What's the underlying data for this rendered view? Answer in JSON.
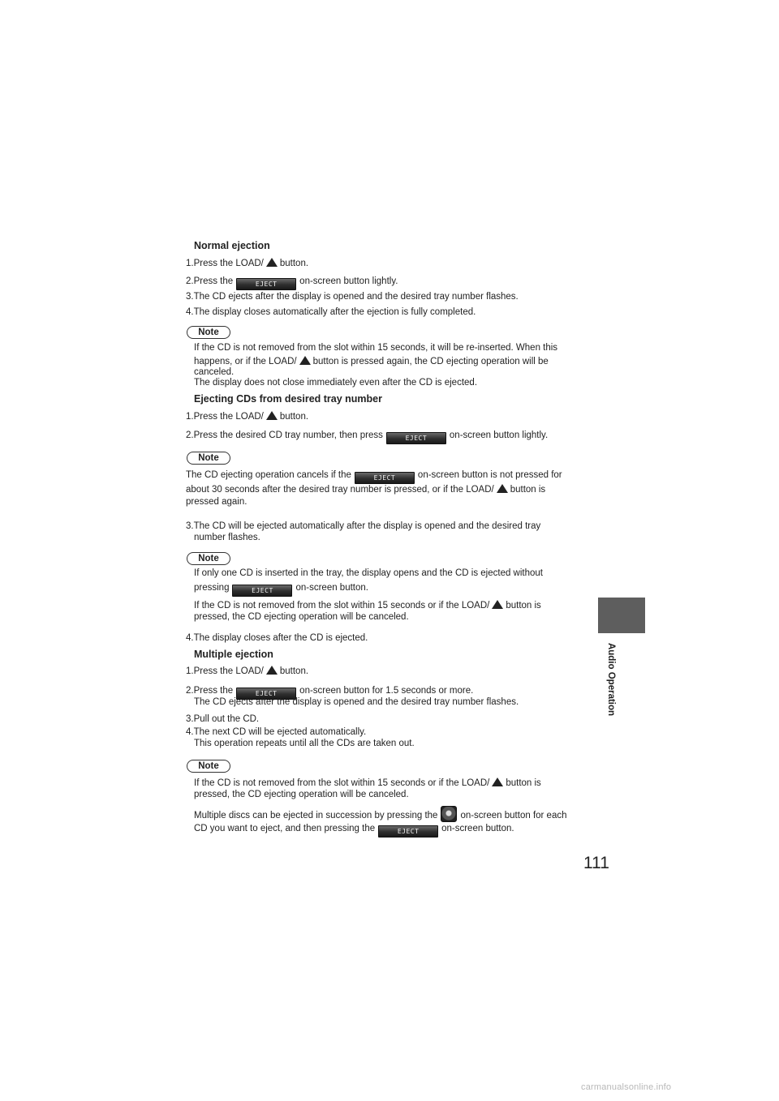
{
  "page_number": "111",
  "side_tab": "Audio Operation",
  "eject_button_label": "EJECT",
  "watermark": "carmanualsonline.info",
  "normal": {
    "heading": "Normal ejection",
    "s1a": "1.Press the LOAD/",
    "s1b": "button.",
    "s2a": "2.Press the",
    "s2b": "on-screen button lightly.",
    "s3": "3.The CD ejects after the display is opened and the desired tray number flashes.",
    "s4": "4.The display closes automatically after the ejection is fully completed.",
    "note_label": "Note",
    "n1": "If the CD is not removed from the slot within 15 seconds, it will be re-inserted. When this",
    "n2a": "happens, or if the LOAD/",
    "n2b": "button is pressed again, the CD ejecting operation will be",
    "n3": "canceled.",
    "n4": "The display does not close immediately even after the CD is ejected."
  },
  "desired": {
    "heading": "Ejecting CDs from desired tray number",
    "s1a": "1.Press the LOAD/",
    "s1b": "button.",
    "s2a": "2.Press the desired CD tray number, then press",
    "s2b": "on-screen button lightly.",
    "note1_label": "Note",
    "n1a": "The CD ejecting operation cancels if the",
    "n1b": "on-screen button is not pressed for",
    "n2a": "about 30 seconds after the desired tray number is pressed, or if the LOAD/",
    "n2b": "button is",
    "n3": "pressed again.",
    "s3a": "3.The CD will be ejected automatically after the display is opened and the desired tray",
    "s3b": "number flashes.",
    "note2_label": "Note",
    "m1": "If only one CD is inserted in the tray, the display opens and the CD is ejected without",
    "m2a": "pressing",
    "m2b": "on-screen button.",
    "m3a": "If the CD is not removed from the slot within 15 seconds or if the LOAD/",
    "m3b": "button is",
    "m4": "pressed, the CD ejecting operation will be canceled.",
    "s4": "4.The display closes after the CD is ejected."
  },
  "multiple": {
    "heading": "Multiple ejection",
    "s1a": "1.Press the LOAD/",
    "s1b": "button.",
    "s2a": "2.Press the",
    "s2b": "on-screen button for 1.5 seconds or more.",
    "s2c": "The CD ejects after the display is opened and the desired tray number flashes.",
    "s3": "3.Pull out the CD.",
    "s4a": "4.The next CD will be ejected automatically.",
    "s4b": "This operation repeats until all the CDs are taken out.",
    "note_label": "Note",
    "n1a": "If the CD is not removed from the slot within 15 seconds or if the LOAD/",
    "n1b": "button is",
    "n2": "pressed, the CD ejecting operation will be canceled.",
    "n3a": "Multiple discs can be ejected in succession by pressing the",
    "n3b": "on-screen button for each",
    "n4a": "CD you want to eject, and then pressing the",
    "n4b": "on-screen button."
  }
}
